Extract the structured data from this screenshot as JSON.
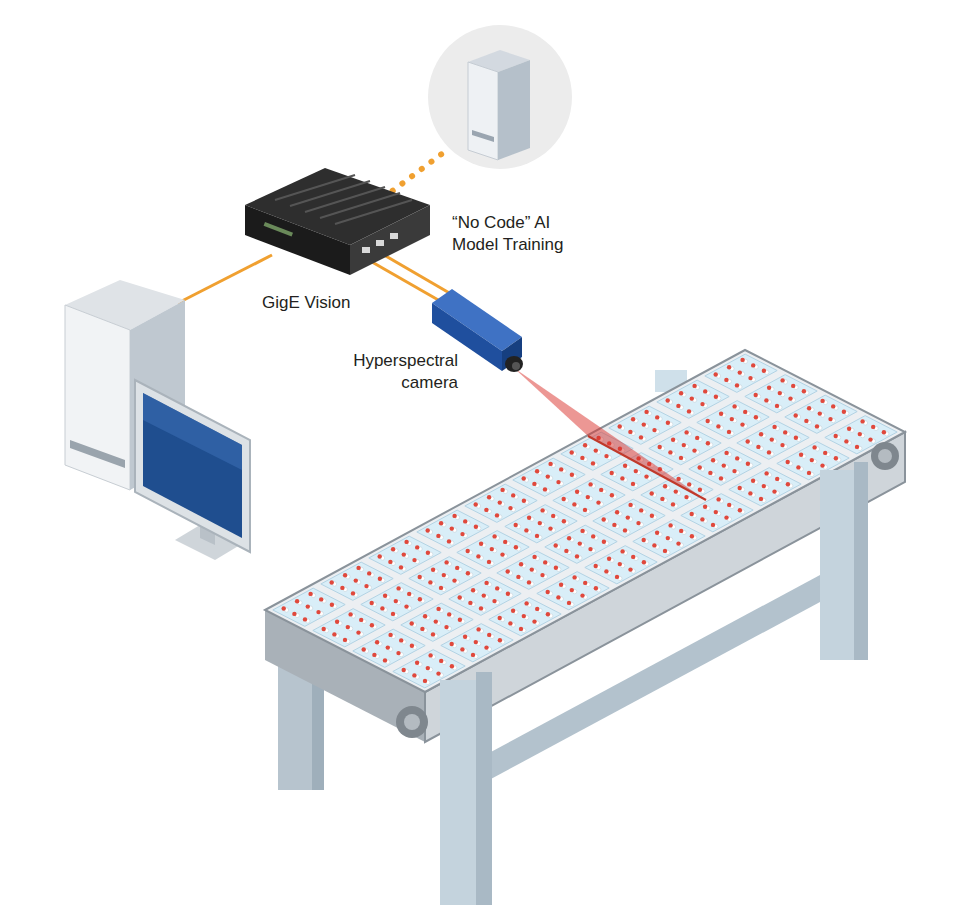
{
  "diagram": {
    "labels": [
      "“No Code” AI Model Training",
      "GigE Vision",
      "Hyperspectral camera"
    ]
  }
}
